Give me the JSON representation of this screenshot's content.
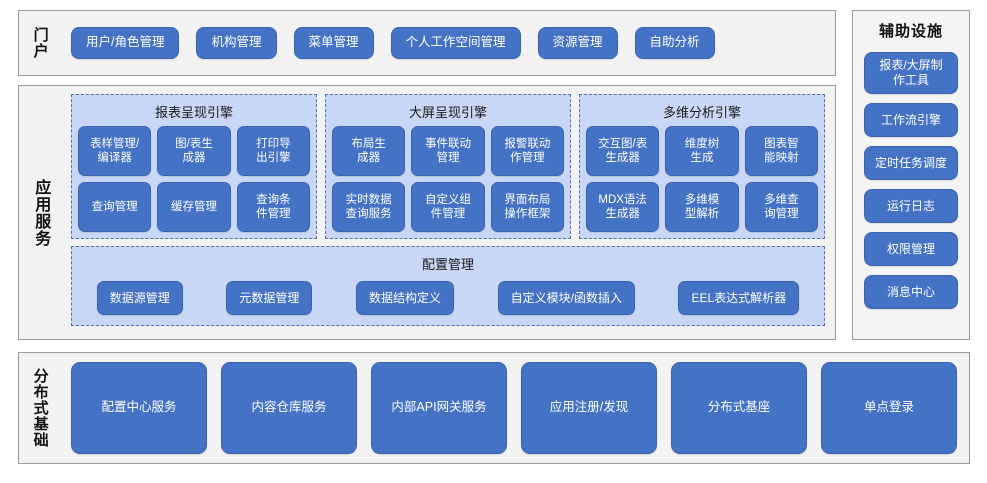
{
  "portal": {
    "label": "门户",
    "items": [
      {
        "label": "用户/角色管理"
      },
      {
        "label": "机构管理"
      },
      {
        "label": "菜单管理"
      },
      {
        "label": "个人工作空间管理"
      },
      {
        "label": "资源管理"
      },
      {
        "label": "自助分析"
      }
    ]
  },
  "aux": {
    "title": "辅助设施",
    "items": [
      {
        "label": "报表/大屏制\n作工具",
        "tall": true
      },
      {
        "label": "工作流引擎",
        "tall": false
      },
      {
        "label": "定时任务调度",
        "tall": false
      },
      {
        "label": "运行日志",
        "tall": false
      },
      {
        "label": "权限管理",
        "tall": false
      },
      {
        "label": "消息中心",
        "tall": false
      }
    ]
  },
  "app_services": {
    "label": "应用服务",
    "engines": [
      {
        "title": "报表呈现引擎",
        "items": [
          {
            "label": "表样管理/\n编译器"
          },
          {
            "label": "图/表生\n成器"
          },
          {
            "label": "打印导\n出引擎"
          },
          {
            "label": "查询管理"
          },
          {
            "label": "缓存管理"
          },
          {
            "label": "查询条\n件管理"
          }
        ]
      },
      {
        "title": "大屏呈现引擎",
        "items": [
          {
            "label": "布局生\n成器"
          },
          {
            "label": "事件联动\n管理"
          },
          {
            "label": "报警联动\n作管理"
          },
          {
            "label": "实时数据\n查询服务"
          },
          {
            "label": "自定义组\n件管理"
          },
          {
            "label": "界面布局\n操作框架"
          }
        ]
      },
      {
        "title": "多维分析引擎",
        "items": [
          {
            "label": "交互图/表\n生成器"
          },
          {
            "label": "维度树\n生成"
          },
          {
            "label": "图表智\n能映射"
          },
          {
            "label": "MDX语法\n生成器"
          },
          {
            "label": "多维模\n型解析"
          },
          {
            "label": "多维查\n询管理"
          }
        ]
      }
    ],
    "config": {
      "title": "配置管理",
      "items": [
        {
          "label": "数据源管理"
        },
        {
          "label": "元数据管理"
        },
        {
          "label": "数据结构定义"
        },
        {
          "label": "自定义模块/函数插入"
        },
        {
          "label": "EEL表达式解析器"
        }
      ]
    }
  },
  "base": {
    "label": "分布式基础",
    "items": [
      {
        "label": "配置中心服务"
      },
      {
        "label": "内容仓库服务"
      },
      {
        "label": "内部API网关服务"
      },
      {
        "label": "应用注册/发现"
      },
      {
        "label": "分布式基座"
      },
      {
        "label": "单点登录"
      }
    ]
  },
  "colors": {
    "button_blue": "#4472c4",
    "group_fill": "#c7d7f5",
    "panel_bg": "#f2f2f2",
    "panel_border": "#9a9a9a"
  }
}
